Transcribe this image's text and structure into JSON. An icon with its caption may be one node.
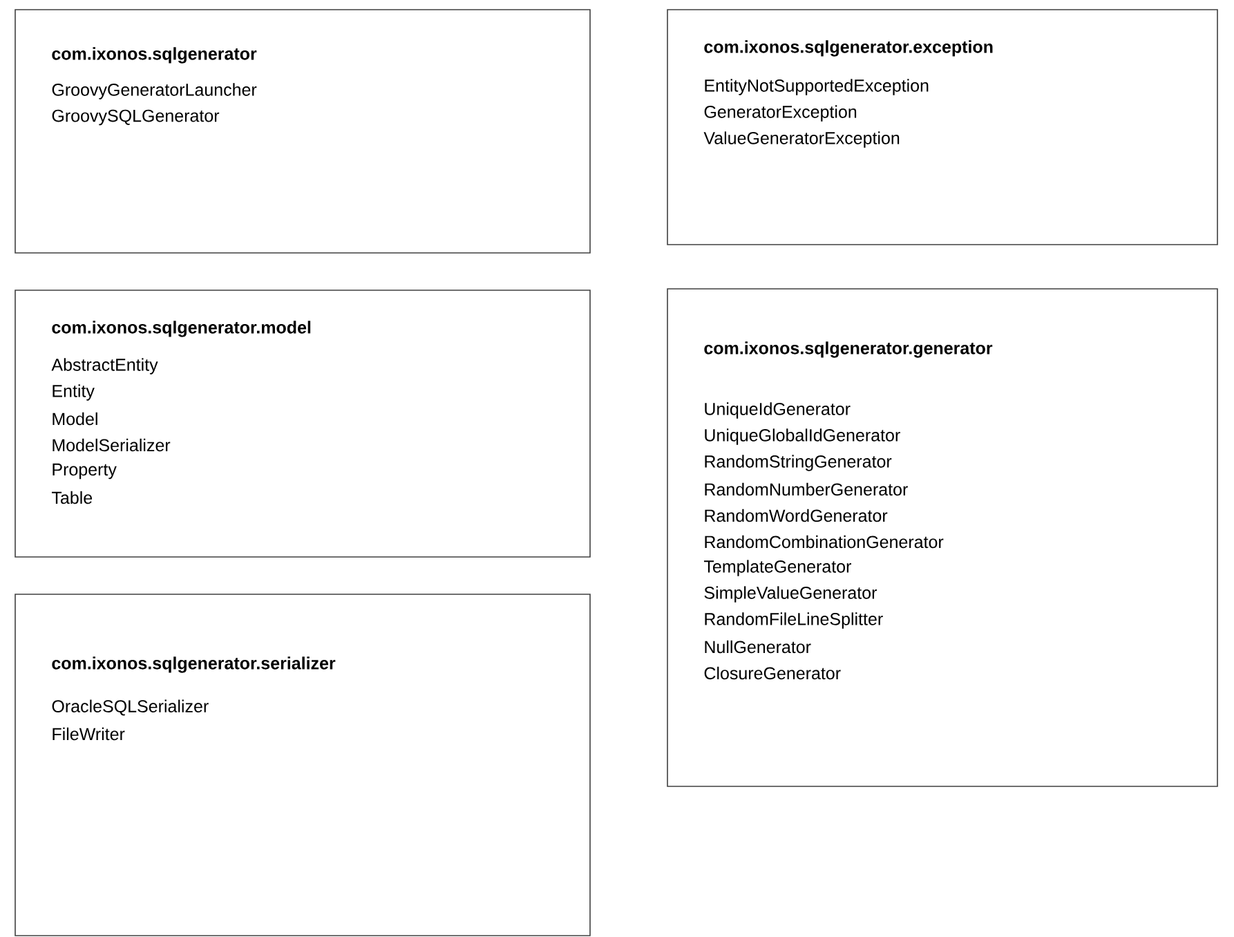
{
  "diagram": {
    "nodes": [
      {
        "text": [
          "**com.ixonos.sqlgenerator**",
          "GroovyGeneratorLauncher",
          "GroovySQLGenerator"
        ]
      },
      {
        "text": [
          "**com.ixonos.sqlgenerator.exception**",
          "EntityNotSupportedException",
          "GeneratorException",
          "ValueGeneratorException"
        ]
      },
      {
        "text": [
          "**com.ixonos.sqlgenerator.model**",
          "AbstractEntity",
          "Entity",
          "Model",
          "ModelSerializer",
          "Property",
          "Table"
        ]
      },
      {
        "text": [
          "**com.ixonos.sqlgenerator.generator**",
          "UniqueIdGenerator",
          "UniqueGlobalIdGenerator",
          "RandomStringGenerator",
          "RandomNumberGenerator",
          "RandomWordGenerator",
          "RandomCombinationGenerator",
          "TemplateGenerator",
          "SimpleValueGenerator",
          "RandomFileLineSplitter",
          "NullGenerator",
          "ClosureGenerator"
        ]
      },
      {
        "text": [
          "**com.ixonos.sqlgenerator.serializer**",
          "OracleSQLSerializer",
          "FileWriter"
        ]
      }
    ]
  }
}
